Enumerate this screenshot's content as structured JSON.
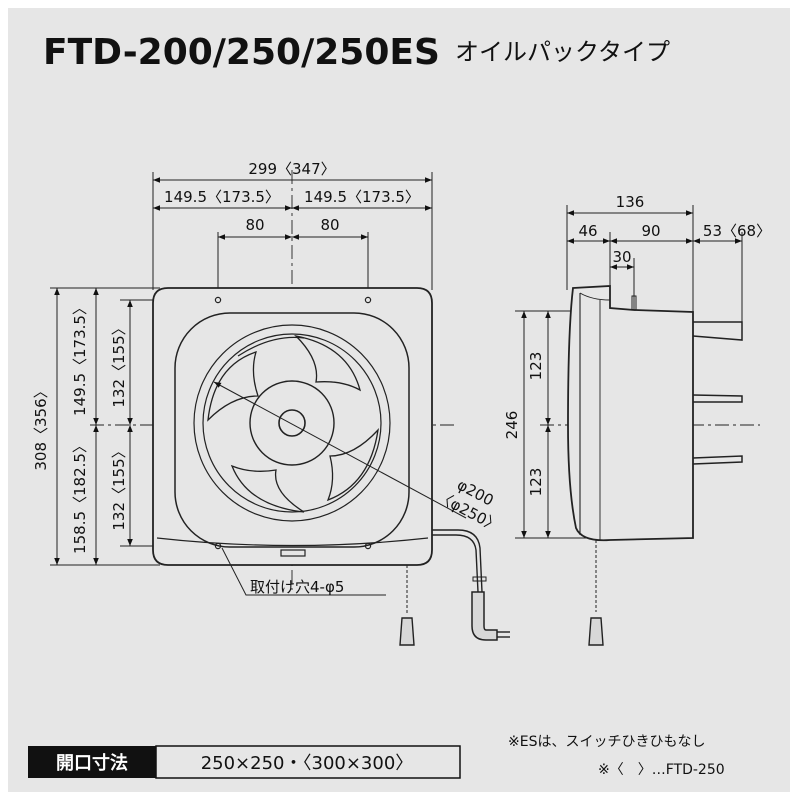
{
  "title": {
    "model": "FTD-200/250/250ES",
    "type": "オイルパックタイプ"
  },
  "front_view": {
    "width_total": "299〈347〉",
    "half_left": "149.5〈173.5〉",
    "half_right": "149.5〈173.5〉",
    "hole_left": "80",
    "hole_right": "80",
    "height_total": "308〈356〉",
    "upper_outer": "149.5〈173.5〉",
    "lower_outer": "158.5〈182.5〉",
    "upper_hole": "132〈155〉",
    "lower_hole": "132〈155〉",
    "duct_dia": "φ200",
    "duct_dia_alt": "〈φ250〉",
    "mount_holes": "取付け穴4-φ5"
  },
  "side_view": {
    "depth_total": "136",
    "depth_front": "46",
    "depth_rear": "90",
    "flange": "53〈68〉",
    "offset": "30",
    "height_total": "246",
    "upper": "123",
    "lower": "123"
  },
  "opening": {
    "label": "開口寸法",
    "value": "250×250・〈300×300〉"
  },
  "notes": {
    "es": "※ESは、スイッチひきひもなし",
    "ftd250": "※〈　〉…FTD-250"
  }
}
